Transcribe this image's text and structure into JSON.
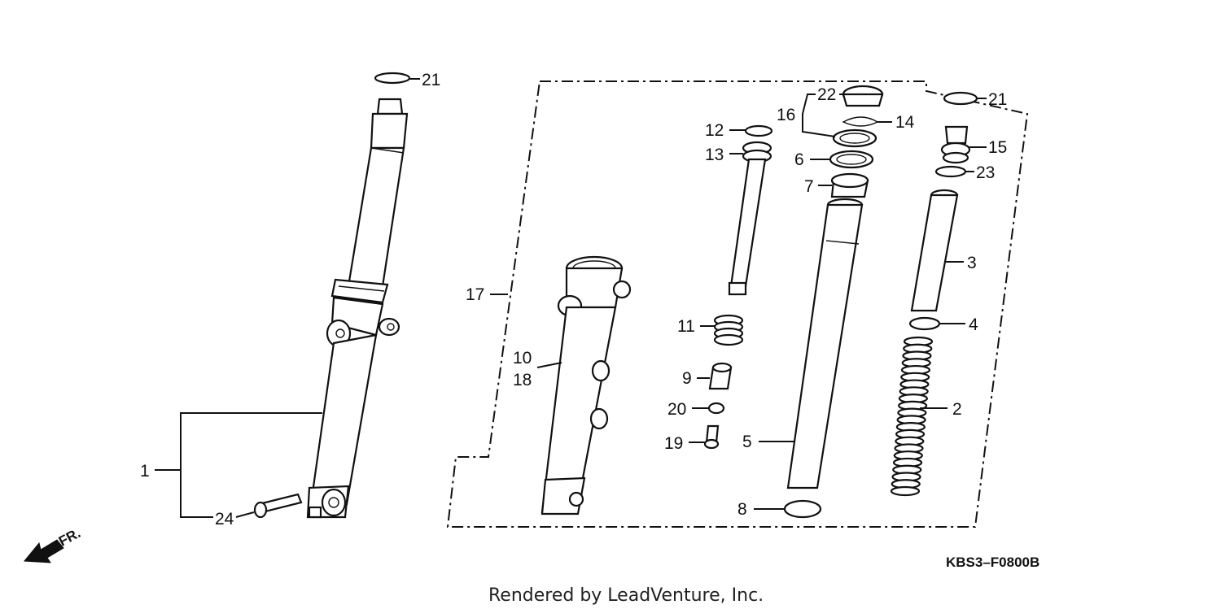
{
  "diagram": {
    "callouts": [
      {
        "id": "c21a",
        "text": "21"
      },
      {
        "id": "c21b",
        "text": "21"
      },
      {
        "id": "c22",
        "text": "22"
      },
      {
        "id": "c16",
        "text": "16"
      },
      {
        "id": "c14",
        "text": "14"
      },
      {
        "id": "c12",
        "text": "12"
      },
      {
        "id": "c13",
        "text": "13"
      },
      {
        "id": "c6",
        "text": "6"
      },
      {
        "id": "c7",
        "text": "7"
      },
      {
        "id": "c15",
        "text": "15"
      },
      {
        "id": "c23",
        "text": "23"
      },
      {
        "id": "c3",
        "text": "3"
      },
      {
        "id": "c4",
        "text": "4"
      },
      {
        "id": "c2",
        "text": "2"
      },
      {
        "id": "c17",
        "text": "17"
      },
      {
        "id": "c10",
        "text": "10"
      },
      {
        "id": "c18",
        "text": "18"
      },
      {
        "id": "c11",
        "text": "11"
      },
      {
        "id": "c9",
        "text": "9"
      },
      {
        "id": "c20",
        "text": "20"
      },
      {
        "id": "c19",
        "text": "19"
      },
      {
        "id": "c5",
        "text": "5"
      },
      {
        "id": "c8",
        "text": "8"
      },
      {
        "id": "c1",
        "text": "1"
      },
      {
        "id": "c24",
        "text": "24"
      }
    ],
    "direction_label": "FR.",
    "diagram_code": "KBS3–F0800B",
    "credit": "Rendered by LeadVenture, Inc."
  }
}
